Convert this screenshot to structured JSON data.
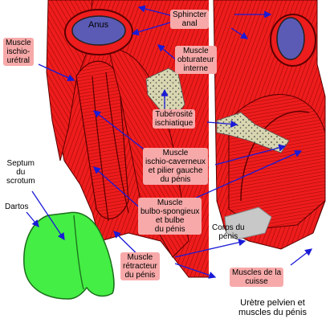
{
  "labels": {
    "anus": "Anus",
    "sphincter": "Sphincter\nanal",
    "ischio_uretral": "Muscle\nischio-\nurétral",
    "obturateur": "Muscle\nobturateur\ninterne",
    "tuberosite": "Tubérosité\nischiatique",
    "ischio_caverneux": "Muscle\nischio-caverneux\net pilier gauche\ndu pénis",
    "bulbo_spongieux": "Muscle\nbulbo-spongieux\net bulbe\ndu pénis",
    "septum": "Septum\ndu\nscrotum",
    "dartos": "Dartos",
    "corps": "Corps du\npénis",
    "retracteur": "Muscle\nrétracteur\ndu pénis",
    "cuisse": "Muscles de la\ncuisse",
    "caption": "Urètre pelvien et\nmuscles du pénis"
  },
  "colors": {
    "muscle": "#ee1c1c",
    "muscle_line": "#7a0000",
    "anus": "#5b5bb5",
    "bone": "#d8d6b0",
    "scrotum": "#44ee44",
    "penis_body": "#c8c8c8",
    "label_bg": "#f7a9a9",
    "arrow": "#1a1ad6"
  }
}
